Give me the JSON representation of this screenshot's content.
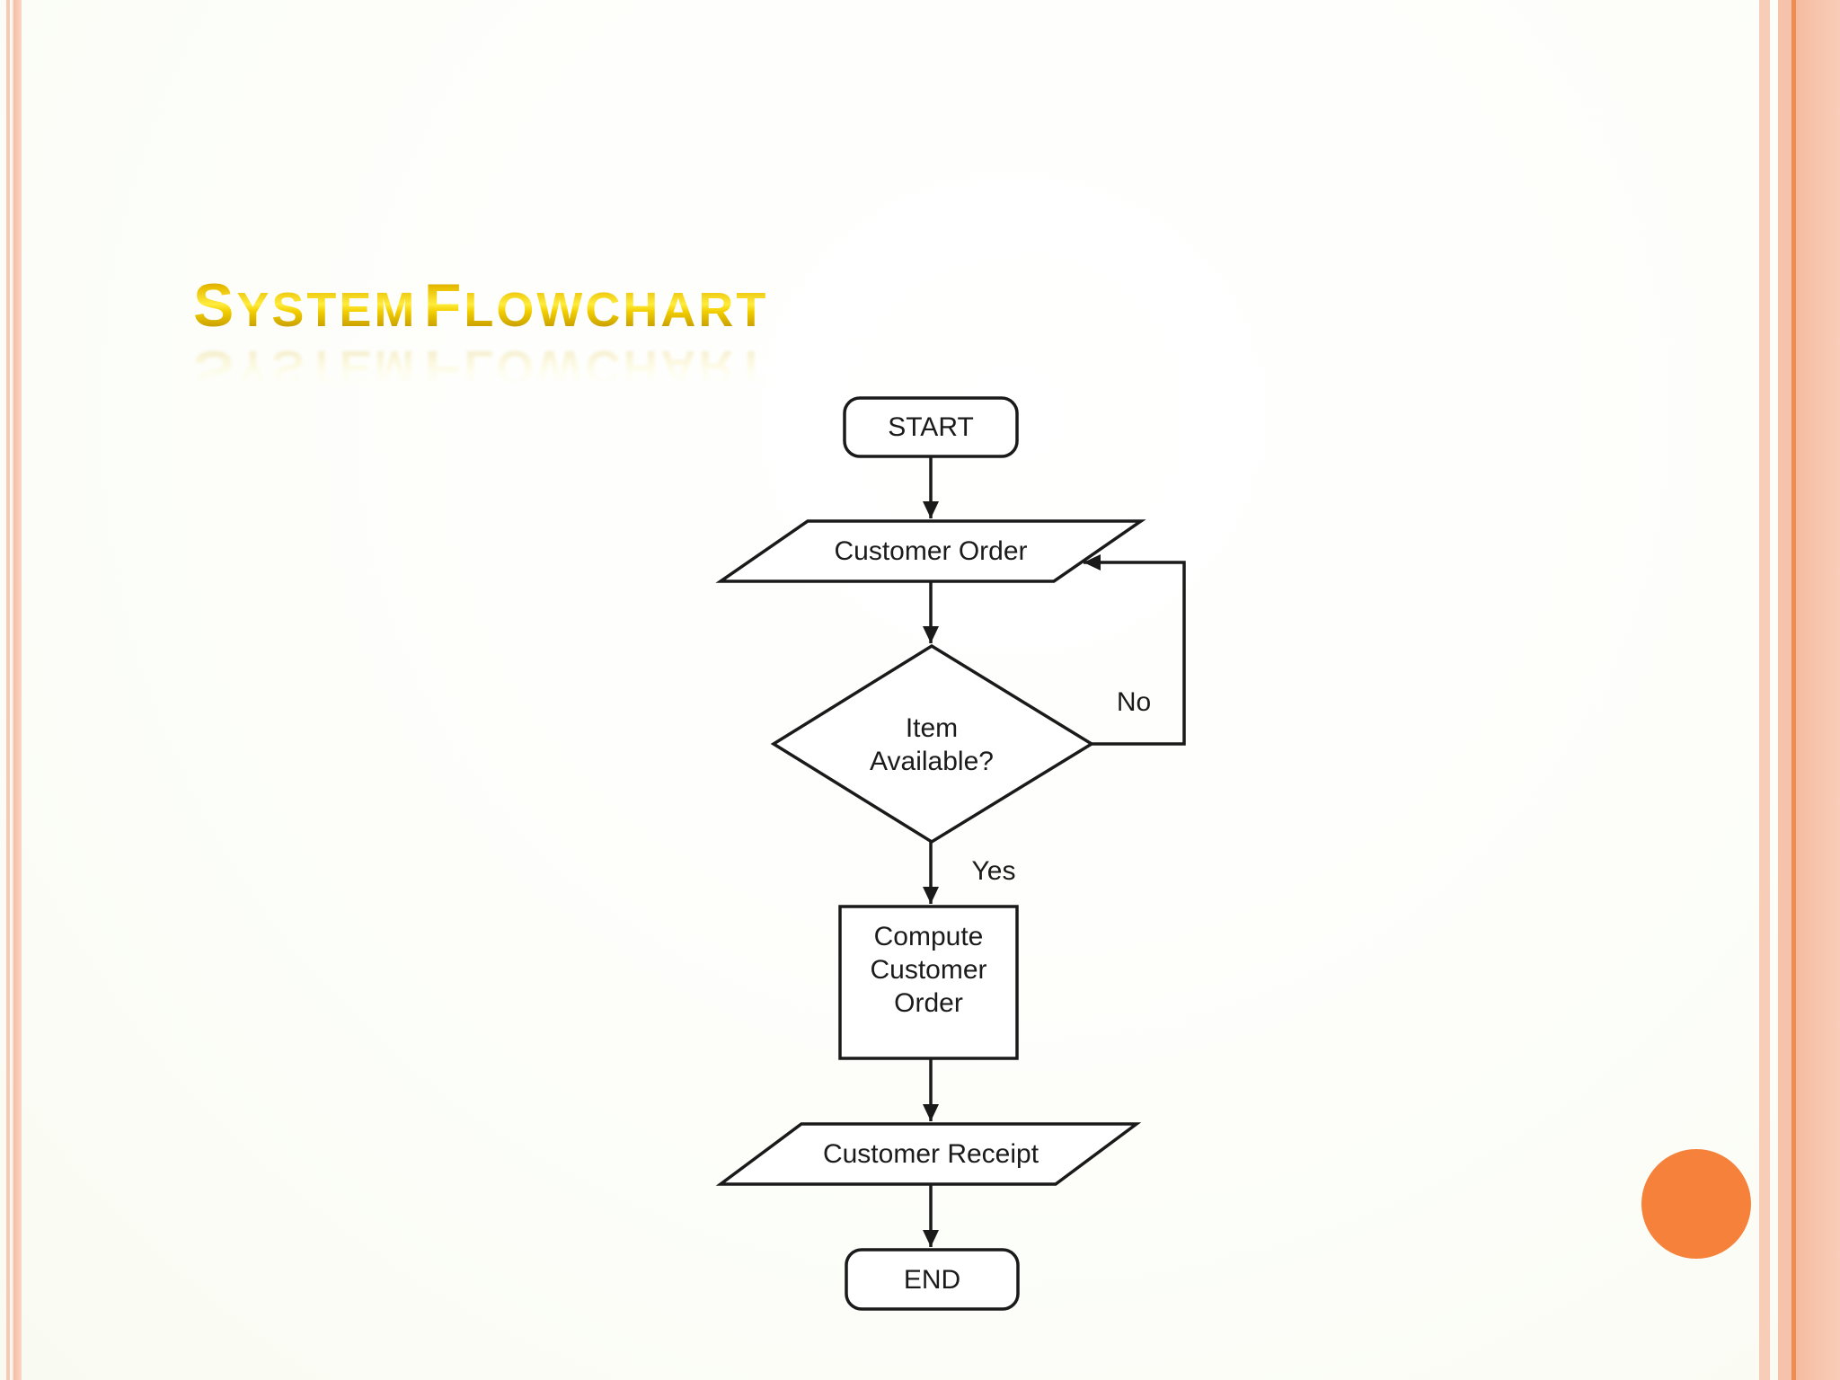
{
  "slide": {
    "title": "SYSTEM FLOWCHART"
  },
  "flowchart": {
    "nodes": {
      "start": {
        "type": "terminator",
        "label": "START"
      },
      "customer_order": {
        "type": "input-output",
        "label": "Customer Order"
      },
      "item_available": {
        "type": "decision",
        "label": "Item\nAvailable?"
      },
      "compute_order": {
        "type": "process",
        "label": "Compute\nCustomer\nOrder"
      },
      "customer_receipt": {
        "type": "input-output",
        "label": "Customer Receipt"
      },
      "end": {
        "type": "terminator",
        "label": "END"
      }
    },
    "edges": [
      {
        "from": "start",
        "to": "customer_order",
        "label": ""
      },
      {
        "from": "customer_order",
        "to": "item_available",
        "label": ""
      },
      {
        "from": "item_available",
        "to": "compute_order",
        "label": "Yes"
      },
      {
        "from": "item_available",
        "to": "customer_order",
        "label": "No"
      },
      {
        "from": "compute_order",
        "to": "customer_receipt",
        "label": ""
      },
      {
        "from": "customer_receipt",
        "to": "end",
        "label": ""
      }
    ],
    "edge_labels": {
      "yes": "Yes",
      "no": "No"
    }
  },
  "theme": {
    "title_gold": "#e8bd00",
    "ink": "#1a1a1a",
    "shape_fill": "#ffffff",
    "accent_circle": "#f5813b",
    "stripe_peach": "#f6c3aa",
    "stripe_peach_light": "#f8cdb8",
    "stripe_orange_line": "#ee8c52",
    "background": "#fdfefa"
  }
}
